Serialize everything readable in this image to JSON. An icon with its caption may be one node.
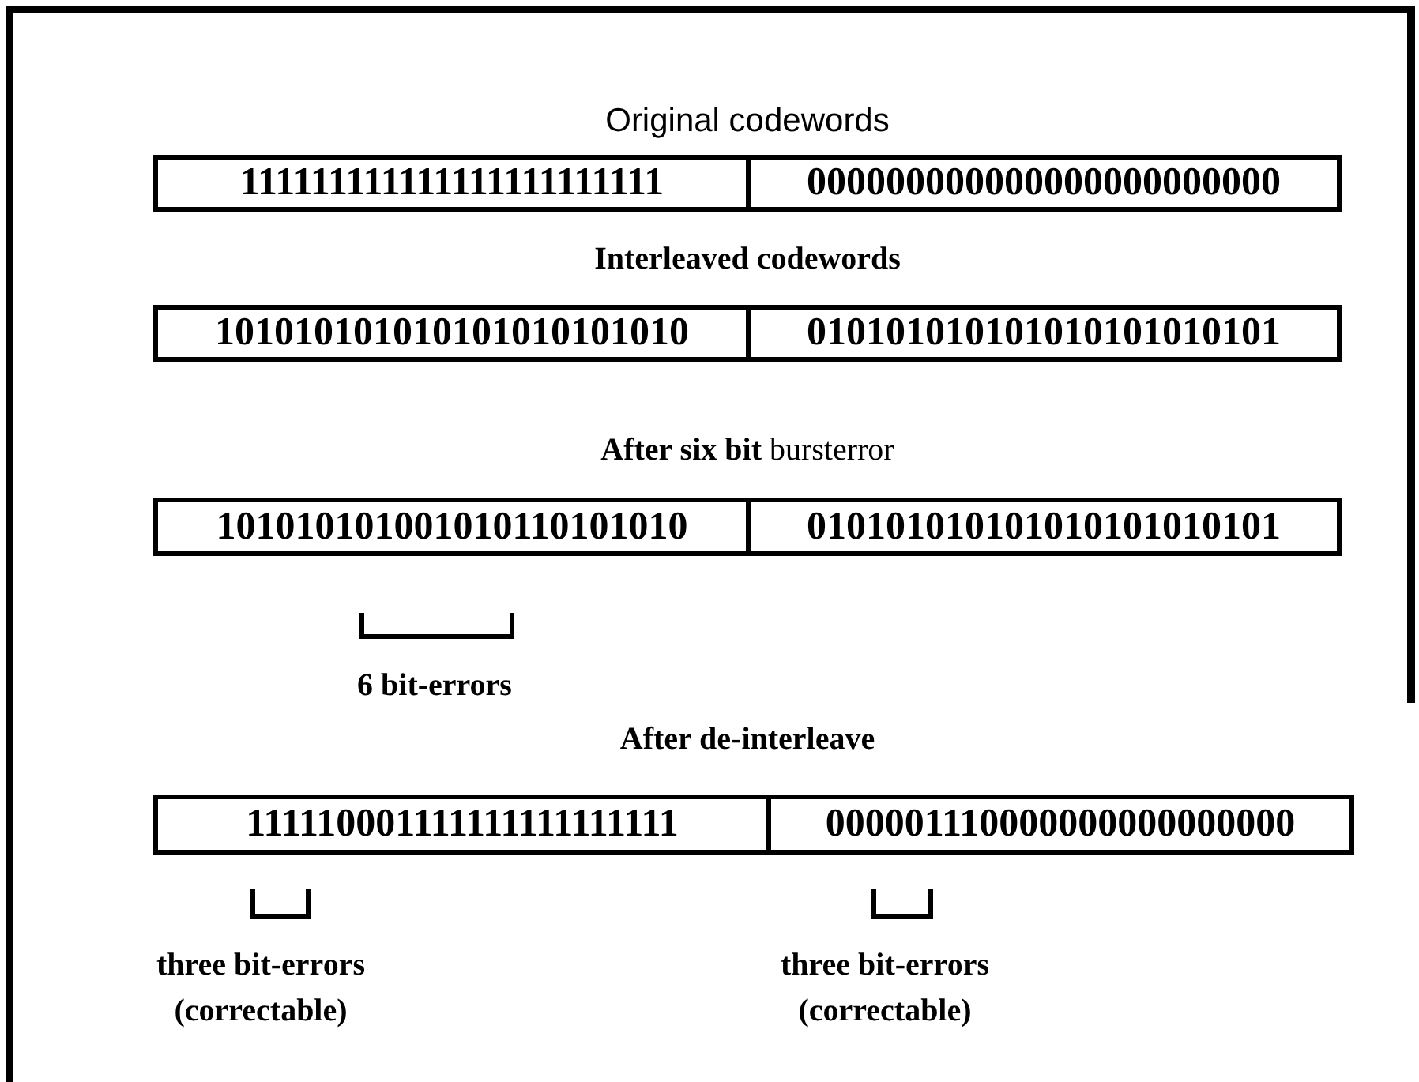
{
  "diagram": {
    "nodes": [
      {
        "text": [
          "111111111111111111111111"
        ]
      },
      {
        "text": [
          "000000000000000000000000"
        ]
      },
      {
        "text": [
          "101010101010101010101010"
        ]
      },
      {
        "text": [
          "010101010101010101010101"
        ]
      },
      {
        "text": [
          "101010101001010110101010"
        ]
      },
      {
        "text": [
          "010101010101010101010101"
        ]
      },
      {
        "text": [
          "111110001111111111111111"
        ]
      },
      {
        "text": [
          "000001110000000000000000"
        ]
      }
    ],
    "labels": [
      "Original codewords",
      "Interleaved codewords",
      "**After six bit** bursterror",
      "6 bit-errors",
      "After de-interleave",
      "three bit-errors (correctable)",
      "three bit-errors (correctable)"
    ]
  }
}
